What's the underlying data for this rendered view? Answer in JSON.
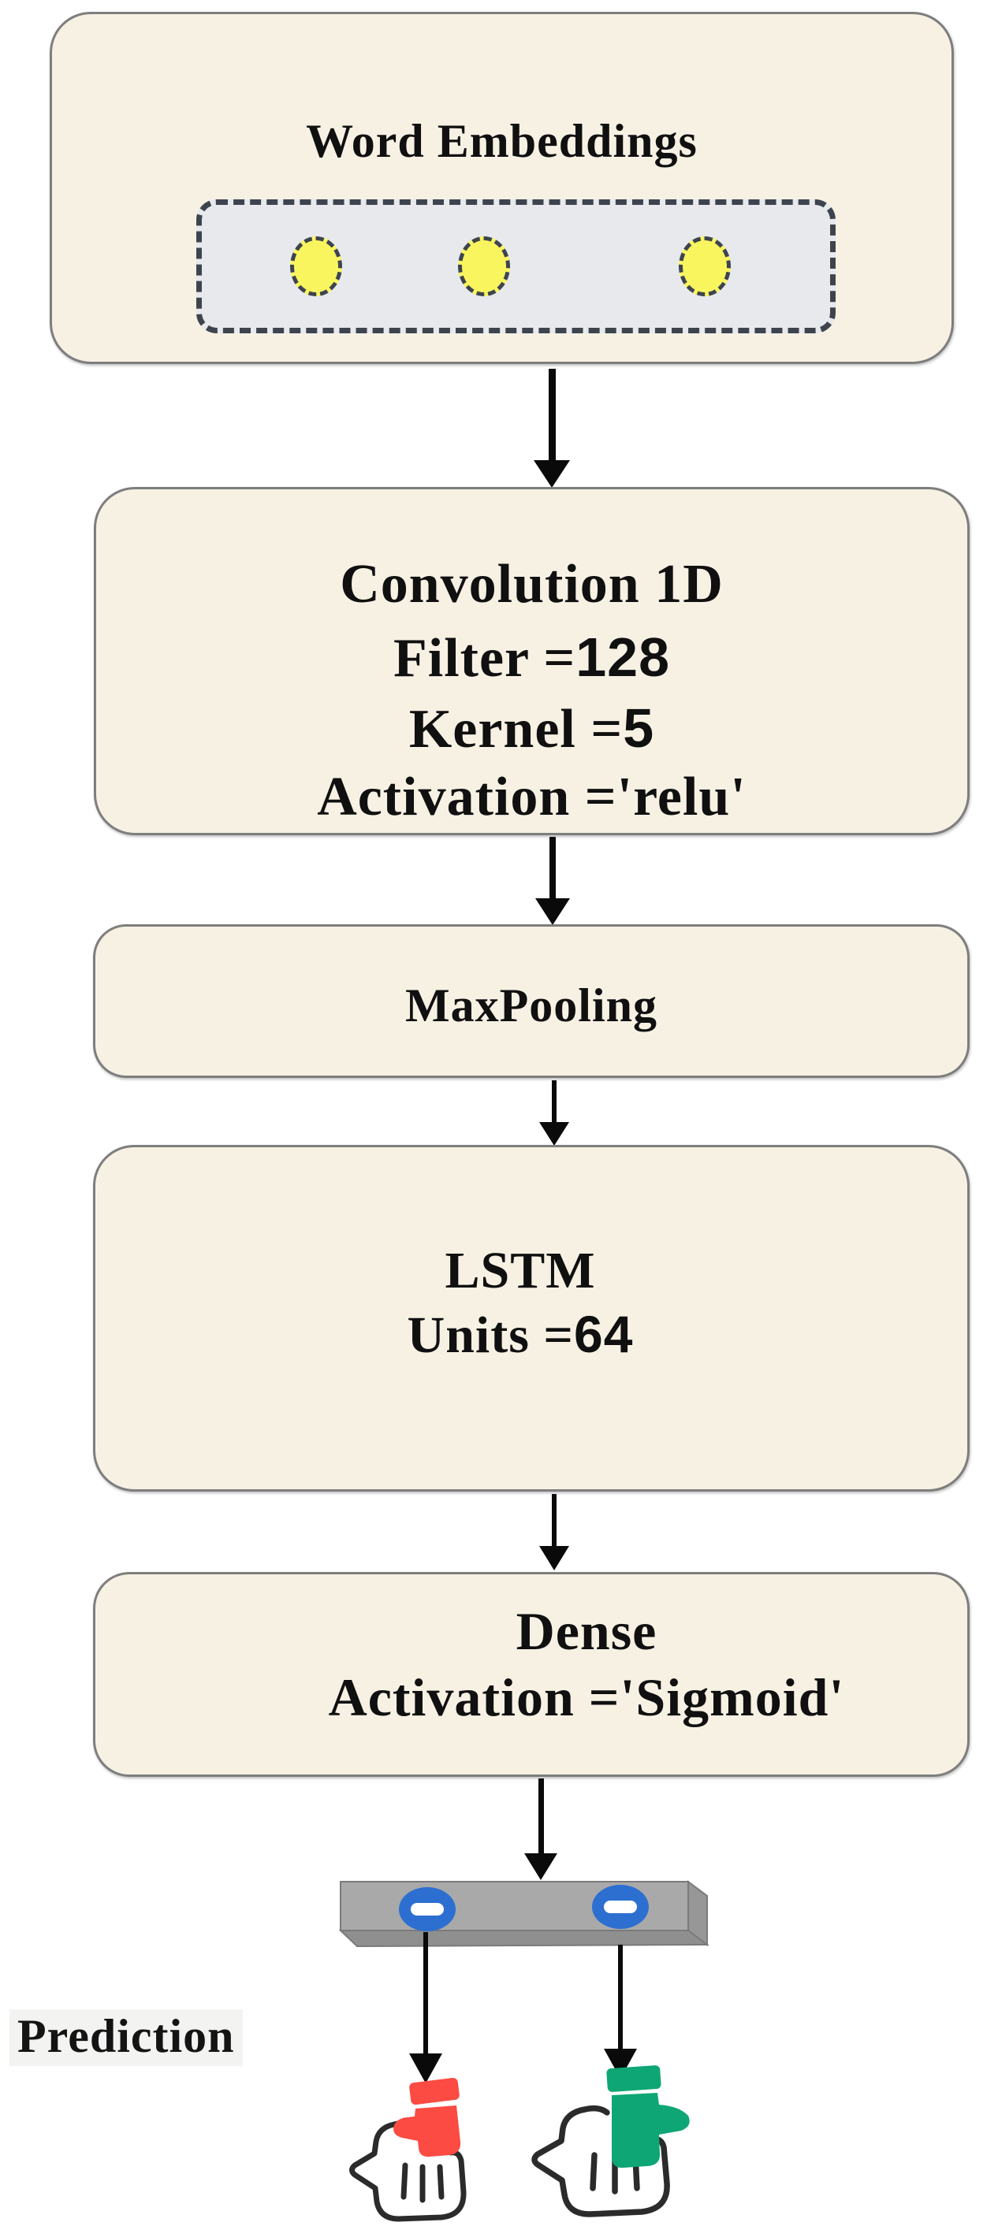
{
  "nodes": {
    "word_embeddings": {
      "title": "Word Embeddings"
    },
    "conv1d": {
      "title": "Convolution 1D",
      "filter_label": "Filter =",
      "filter_value": "128",
      "kernel_label": "Kernel =",
      "kernel_value": "5",
      "activation": "Activation ='relu'"
    },
    "maxpooling": {
      "title": "MaxPooling"
    },
    "lstm": {
      "title": "LSTM",
      "units_label": "Units =",
      "units_value": "64"
    },
    "dense": {
      "title": "Dense",
      "activation": "Activation ='Sigmoid'"
    }
  },
  "output": {
    "prediction_label": "Prediction",
    "output_node_count": "2"
  },
  "icons": {
    "embedding_dot": "yellow-dashed-ellipse",
    "output_node": "blue-ring-slot",
    "negative": "thumbs-down-red-hand",
    "positive": "thumbs-up-green-hand"
  },
  "colors": {
    "node_fill": "#f7f1e4",
    "node_border": "#7e7e7e",
    "strip_fill": "#e8e9ec",
    "dash_color": "#3d444e",
    "dot_fill": "#f9f55f",
    "arrow_color": "#0a0a0a",
    "bar_face": "#a9a9a9",
    "bar_side": "#979797",
    "bar_bottom": "#8f8f8f",
    "node_blue": "#2d6fd1",
    "thumb_red": "#fb4b42",
    "thumb_green": "#0ea674",
    "hand_stroke": "#2b2b2b"
  }
}
